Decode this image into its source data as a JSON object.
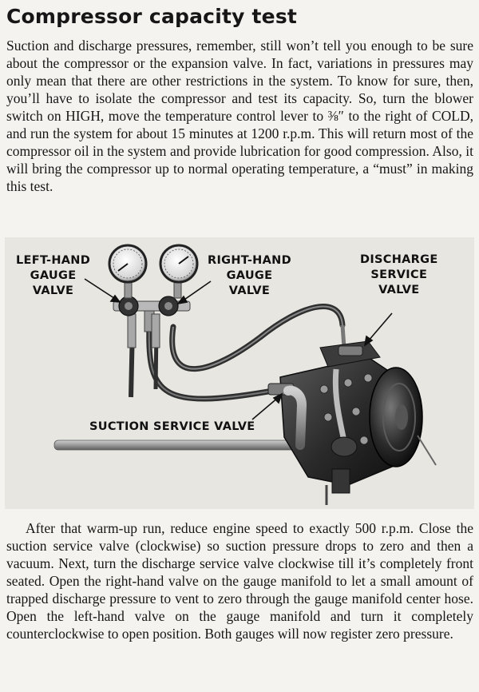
{
  "heading": "Compressor capacity test",
  "paragraph_1": "Suction and discharge pressures, remember, still won’t tell you enough to be sure about the compressor or the expansion valve. In fact, variations in pressures may only mean that there are other restrictions in the system. To know for sure, then, you’ll have to isolate the compressor and test its capacity. So, turn the blower switch on HIGH, move the temperature control lever to ⅜″ to the right of COLD, and run the system for about 15 minutes at 1200 r.p.m. This will return most of the compressor oil in the system and provide lubrication for good compression. Also, it will bring the compressor up to normal operating temperature, a “must” in making this test.",
  "figure": {
    "labels": {
      "left_hand_gauge_valve": [
        "LEFT-HAND",
        "GAUGE",
        "VALVE"
      ],
      "right_hand_gauge_valve": [
        "RIGHT-HAND",
        "GAUGE",
        "VALVE"
      ],
      "discharge_service_valve": [
        "DISCHARGE",
        "SERVICE",
        "VALVE"
      ],
      "suction_service_valve": [
        "SUCTION SERVICE VALVE"
      ]
    }
  },
  "paragraph_2": "After that warm-up run, reduce engine speed to exactly 500 r.p.m. Close the suction service valve (clockwise) so suction pressure drops to zero and then a vacuum. Next, turn the discharge service valve clockwise till it’s completely front seated. Open the right-hand valve on the gauge manifold to let a small amount of trapped discharge pressure to vent to zero through the gauge manifold center hose. Open the left-hand valve on the gauge manifold and turn it completely counterclockwise to open position. Both gauges will now register zero pressure."
}
